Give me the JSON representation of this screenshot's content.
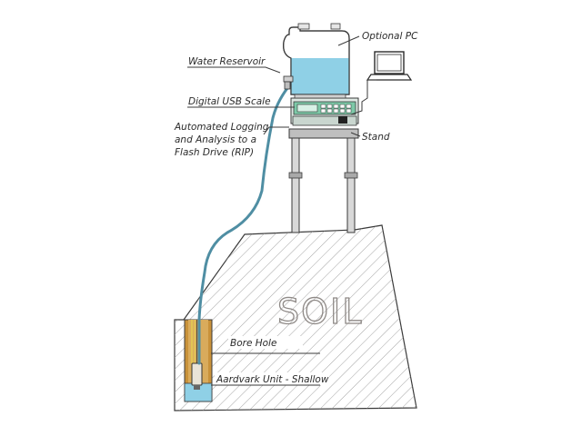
{
  "labels": {
    "optional_pc": "Optional PC",
    "water_reservoir": "Water Reservoir",
    "digital_usb_scale": "Digital USB Scale",
    "automated_logging_line1": "Automated Logging",
    "automated_logging_line2": "and Analysis to a",
    "automated_logging_line3": "Flash Drive (RIP)",
    "stand": "Stand",
    "soil": "SOIL",
    "bore_hole": "Bore Hole",
    "aardvark_unit": "Aardvark Unit - Shallow"
  },
  "colors": {
    "water": "#8fd0e6",
    "tube": "#4f8ea3",
    "scale_panel": "#7dc9a8",
    "bore_fill": "#c9923a",
    "outline": "#3a3a3a",
    "hatch": "#9a9a9a"
  }
}
